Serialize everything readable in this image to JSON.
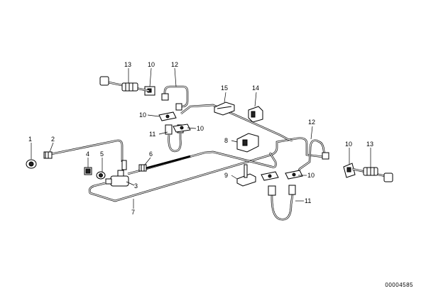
{
  "diagram": {
    "reference": "00004585",
    "callouts": {
      "c1": "1",
      "c2": "2",
      "c3": "3",
      "c4": "4",
      "c5": "5",
      "c6": "6",
      "c7": "7",
      "c8": "8",
      "c9": "9",
      "c10a": "10",
      "c10b": "10",
      "c10c": "10",
      "c10d": "10",
      "c10e": "10",
      "c11a": "11",
      "c11b": "11",
      "c12a": "12",
      "c12b": "12",
      "c13a": "13",
      "c13b": "13",
      "c14": "14",
      "c15": "15"
    }
  }
}
